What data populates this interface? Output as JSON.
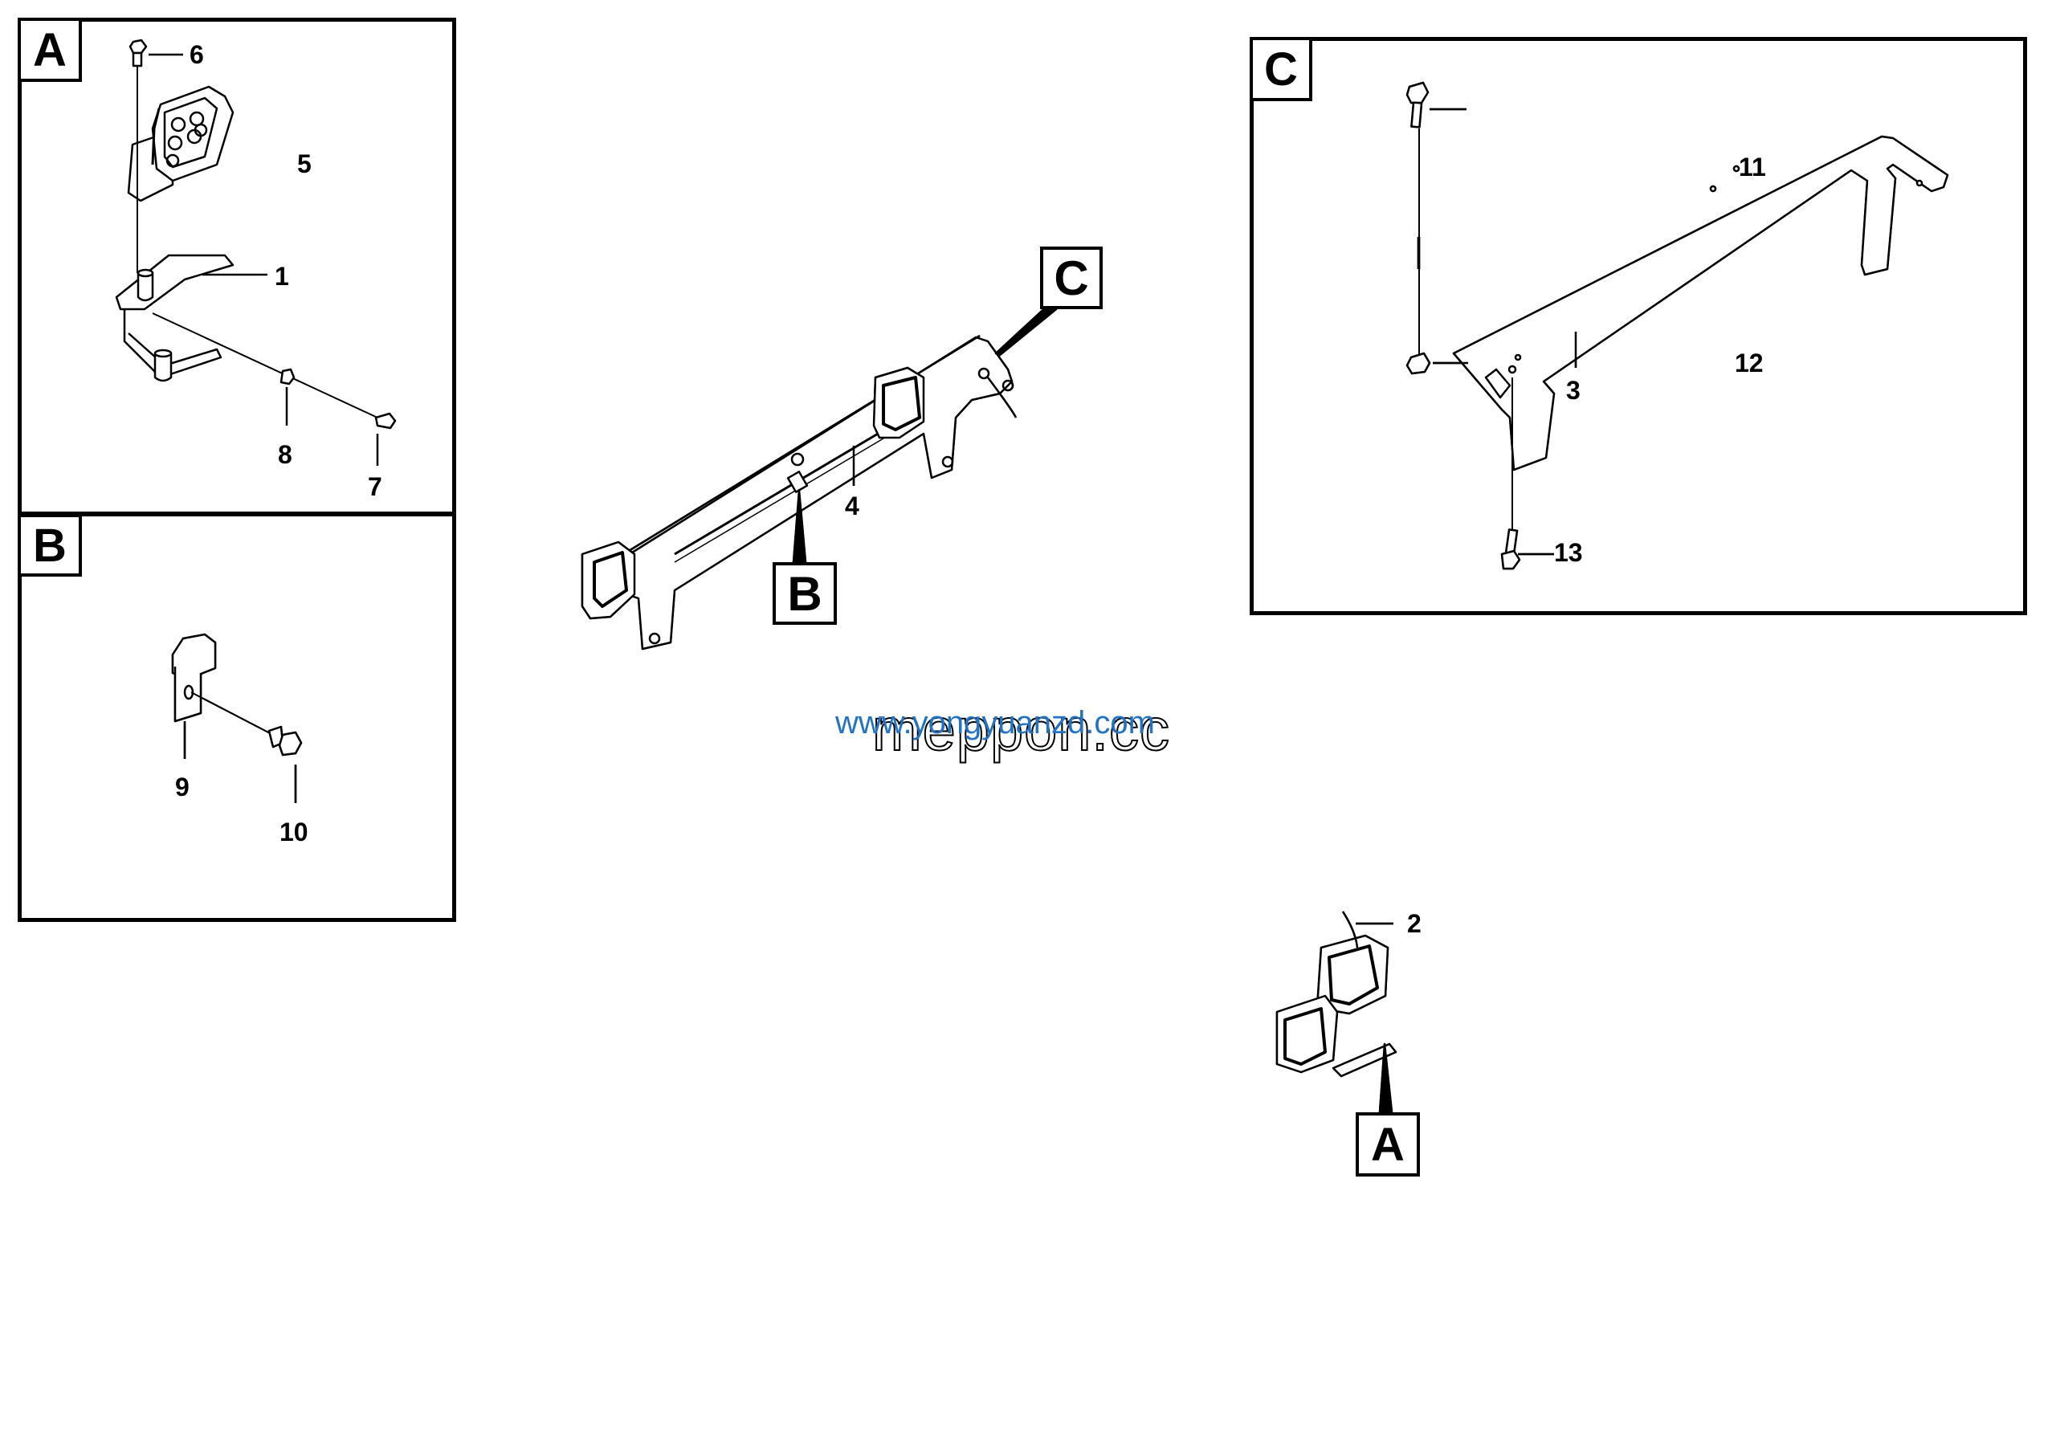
{
  "diagram": {
    "panels": [
      {
        "id": "A",
        "label": "A",
        "callouts": [
          "6",
          "5",
          "1",
          "8",
          "7"
        ]
      },
      {
        "id": "B",
        "label": "B",
        "callouts": [
          "9",
          "10"
        ]
      },
      {
        "id": "C",
        "label": "C",
        "callouts": [
          "11",
          "12",
          "3",
          "13"
        ]
      }
    ],
    "main_assembly": {
      "callout_4": "4",
      "ref_B": "B",
      "ref_C": "C"
    },
    "lamp_assembly": {
      "callout_2": "2",
      "ref_A": "A"
    },
    "callouts": {
      "c1": "1",
      "c2": "2",
      "c3": "3",
      "c4": "4",
      "c5": "5",
      "c6": "6",
      "c7": "7",
      "c8": "8",
      "c9": "9",
      "c10": "10",
      "c11": "11",
      "c12": "12",
      "c13": "13"
    }
  },
  "watermarks": {
    "outline": "meppon.cc",
    "blue": "www.yongyuanzd.com",
    "blue_color": "#2273c4"
  }
}
